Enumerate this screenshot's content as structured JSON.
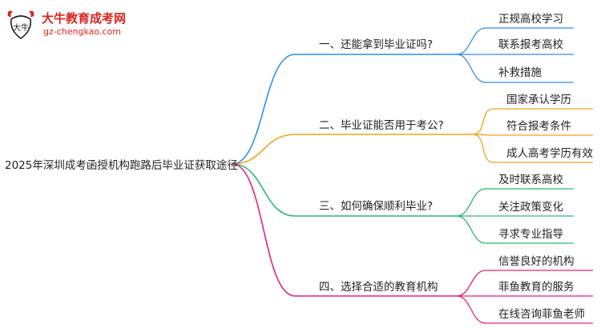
{
  "logo": {
    "title": "大牛教育成考网",
    "url": "gz-chengkao.com",
    "emblem_text": "大牛"
  },
  "root": {
    "label": "2025年深圳成考函授机构跑路后毕业证获取途径"
  },
  "branches": [
    {
      "label": "一、还能拿到毕业证吗?",
      "color": "#2f8fe6",
      "leaves": [
        "正规高校学习",
        "联系报考高校",
        "补救措施"
      ]
    },
    {
      "label": "二、毕业证能否用于考公?",
      "color": "#f0a21d",
      "leaves": [
        "国家承认学历",
        "符合报考条件",
        "成人高考学历有效"
      ]
    },
    {
      "label": "三、如何确保顺利毕业?",
      "color": "#2bb673",
      "leaves": [
        "及时联系高校",
        "关注政策变化",
        "寻求专业指导"
      ]
    },
    {
      "label": "四、选择合适的教育机构",
      "color": "#e3247a",
      "leaves": [
        "信誉良好的机构",
        "菲鱼教育的服务",
        "在线咨询菲鱼老师"
      ]
    }
  ]
}
